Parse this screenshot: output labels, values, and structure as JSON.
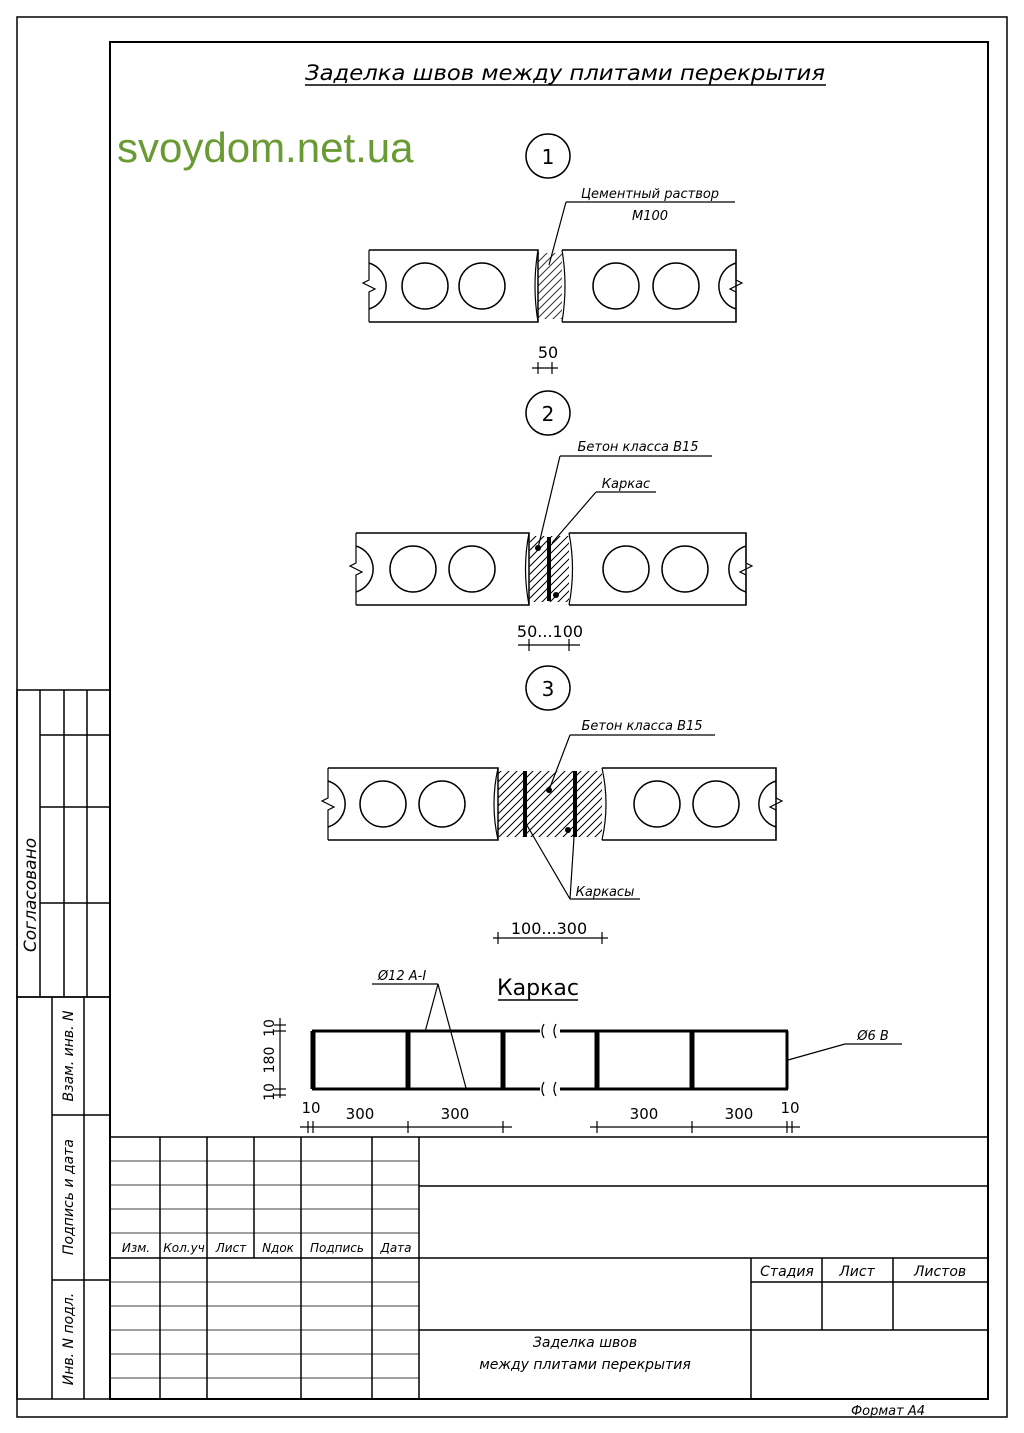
{
  "title": "Заделка швов между плитами перекрытия",
  "watermark": "svoydom.net.ua",
  "colors": {
    "ink": "#000000",
    "watermark": "#6a9a33",
    "paper": "#ffffff"
  },
  "detail1": {
    "number": "1",
    "label_line1": "Цементный раствор",
    "label_line2": "М100",
    "dimension": "50"
  },
  "detail2": {
    "number": "2",
    "label_concrete": "Бетон класса В15",
    "label_frame": "Каркас",
    "dimension": "50...100"
  },
  "detail3": {
    "number": "3",
    "label_concrete": "Бетон класса В15",
    "label_frames": "Каркасы",
    "dimension": "100...300"
  },
  "frame": {
    "title": "Каркас",
    "bar_main": "Ø12 А-I",
    "bar_cross": "Ø6 В",
    "dim_top": "10",
    "dim_mid": "180",
    "dim_bottom": "10",
    "dim_left_edge": "10",
    "dim_right_edge": "10",
    "spacings": [
      "300",
      "300",
      "300",
      "300"
    ]
  },
  "side_stamp": {
    "agreed": "Согласовано",
    "inv_replace": "Взам. инв. N",
    "sign_date": "Подпись и дата",
    "inv_original": "Инв. N подл."
  },
  "title_block": {
    "headers": [
      "Изм.",
      "Кол.уч",
      "Лист",
      "Nдок",
      "Подпись",
      "Дата"
    ],
    "stage": "Стадия",
    "sheet": "Лист",
    "sheets": "Листов",
    "name_line1": "Заделка швов",
    "name_line2": "между плитами перекрытия"
  },
  "format": "Формат А4"
}
